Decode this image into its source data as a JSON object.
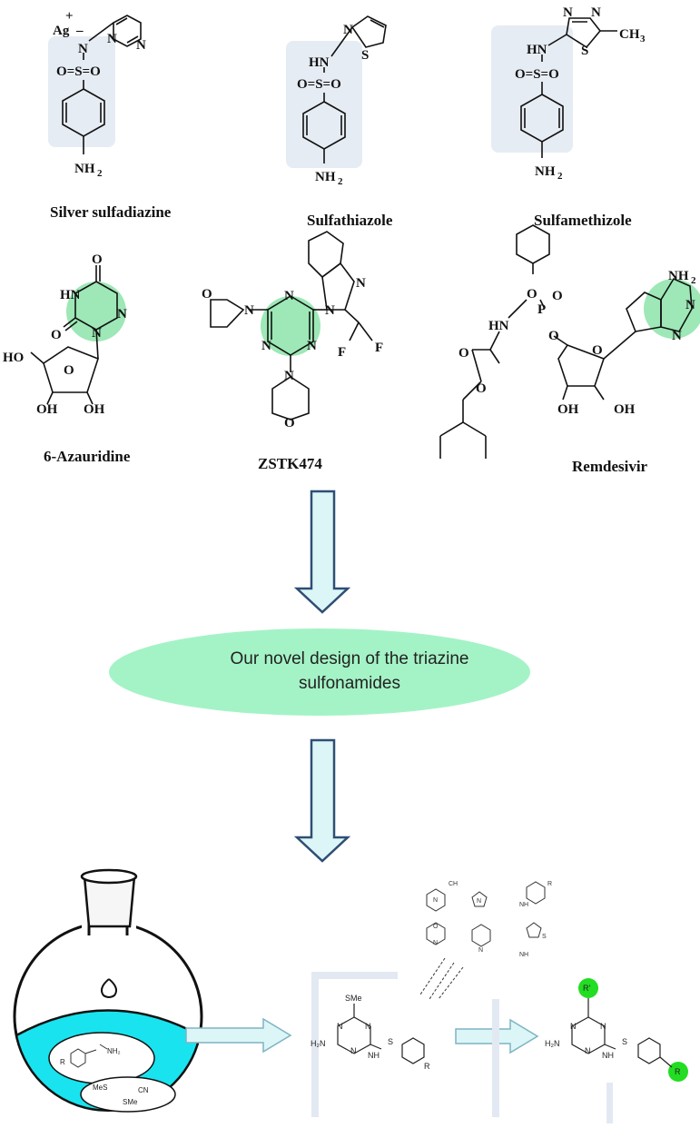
{
  "colors": {
    "highlight_box": "#e6ecf3",
    "highlight_ring": "#9de8b6",
    "ellipse_fill": "#a4f3c6",
    "arrow_fill": "#dcf6f8",
    "arrow_stroke": "#2f4e73",
    "flask_liquid": "#19e3ee",
    "green_dot": "#22dd22",
    "bracket": "#e3e9f2"
  },
  "compounds": [
    {
      "name": "Silver sulfadiazine"
    },
    {
      "name": "Sulfathiazole"
    },
    {
      "name": "Sulfamethizole"
    },
    {
      "name": "6-Azauridine"
    },
    {
      "name": "ZSTK474"
    },
    {
      "name": "Remdesivir"
    }
  ],
  "atoms": {
    "ag": "Ag",
    "plus": "+",
    "minus": "–",
    "n": "N",
    "o": "O",
    "s": "S",
    "sulfonyl": "O=S=O",
    "nh2": "NH",
    "two": "2",
    "hn": "HN",
    "ch3": "CH",
    "three": "3",
    "f": "F",
    "oh": "OH",
    "ho": "HO",
    "p": "P",
    "sme": "SMe",
    "h2n": "H",
    "nh": "NH",
    "r": "R",
    "rprime": "R'",
    "mes": "MeS",
    "cn": "CN",
    "small_h2n": "H₂N",
    "small_nh2": "NH₂"
  },
  "design_label": [
    "Our novel design of the triazine",
    "sulfonamides"
  ]
}
